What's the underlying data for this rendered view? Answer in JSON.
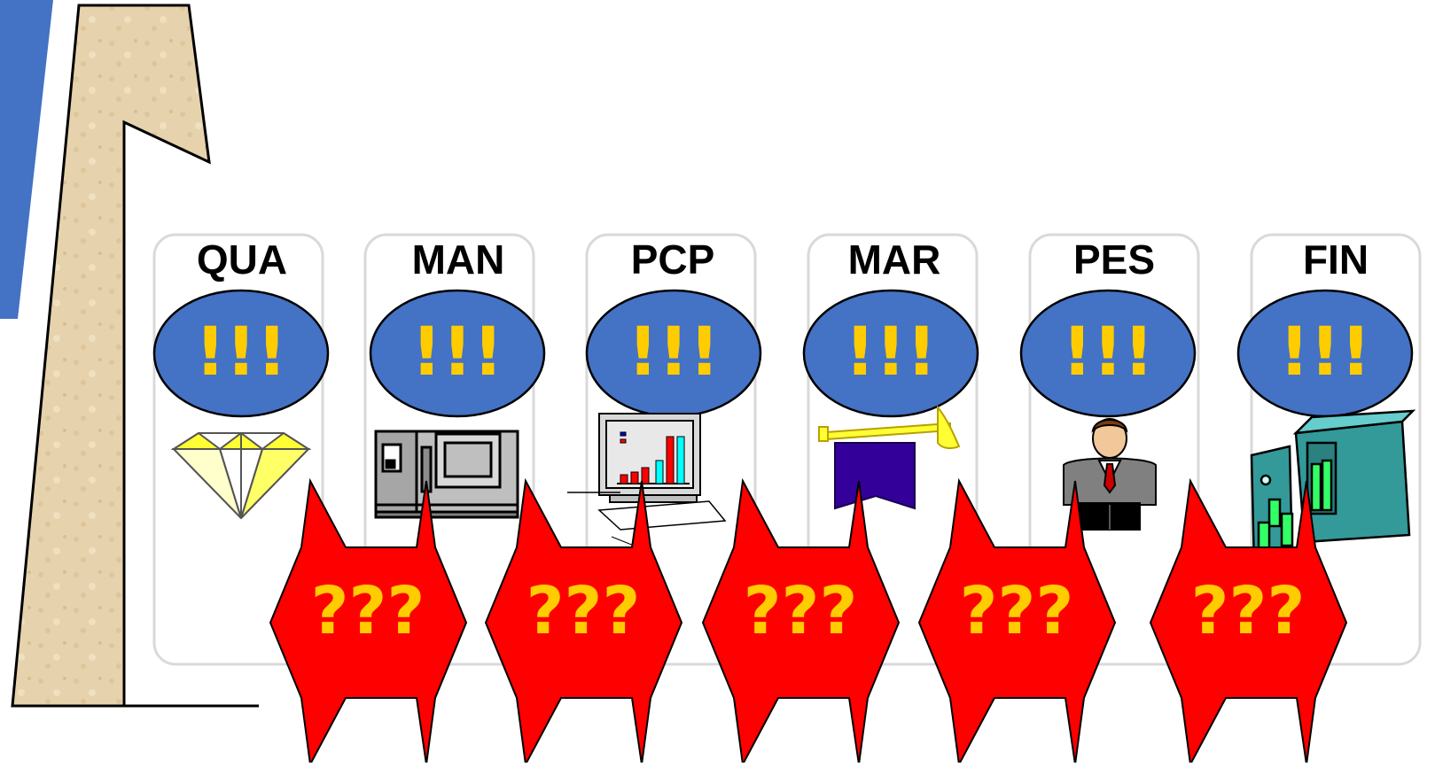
{
  "departments": [
    {
      "code": "QUA",
      "callout": "!!!",
      "icon": "diamond-icon"
    },
    {
      "code": "MAN",
      "callout": "!!!",
      "icon": "machine-icon"
    },
    {
      "code": "PCP",
      "callout": "!!!",
      "icon": "computer-chart-icon"
    },
    {
      "code": "MAR",
      "callout": "!!!",
      "icon": "trumpet-banner-icon"
    },
    {
      "code": "PES",
      "callout": "!!!",
      "icon": "businessman-icon"
    },
    {
      "code": "FIN",
      "callout": "!!!",
      "icon": "safe-money-icon"
    }
  ],
  "connectors": [
    {
      "text": "???"
    },
    {
      "text": "???"
    },
    {
      "text": "???"
    },
    {
      "text": "???"
    },
    {
      "text": "???"
    }
  ],
  "colors": {
    "ellipse": "#4472c4",
    "callout_text": "#ffcc00",
    "arrow": "#ff0000",
    "slide_accent": "#4472c4",
    "building": "#e8d5b0"
  }
}
